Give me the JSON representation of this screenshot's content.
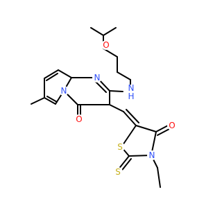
{
  "colors": {
    "carbon_bond": "#000000",
    "oxygen": "#ff0d0d",
    "nitrogen": "#3050f8",
    "sulfur": "#c6b01c",
    "background": "#ffffff"
  },
  "atoms": {
    "ether_oxygen": "O",
    "amine_nitrogen": "N",
    "amine_hydrogen": "H",
    "pyrimidine_nitrogen": "N",
    "bridgehead_nitrogen": "N",
    "pyrimidinone_oxygen": "O",
    "thiazolidine_ring_sulfur": "S",
    "thiazolidine_nitrogen": "N",
    "thiocarbonyl_sulfur": "S",
    "thiazolidinone_oxygen": "O"
  }
}
